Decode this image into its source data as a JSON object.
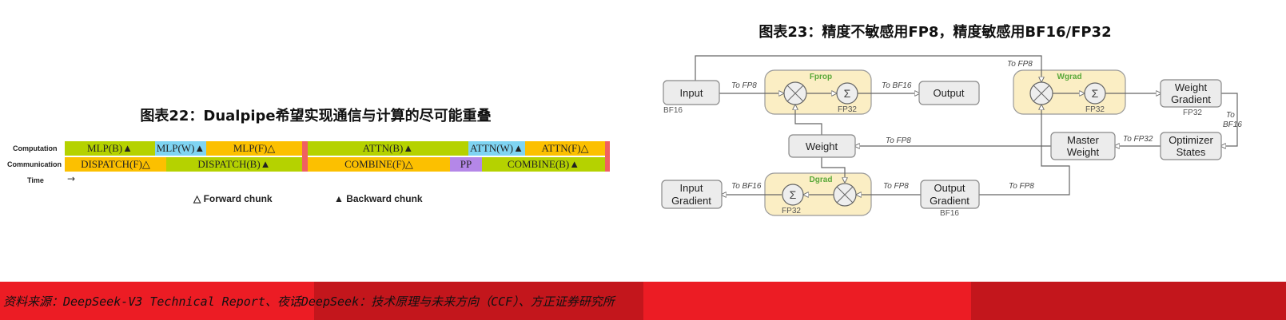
{
  "left_figure": {
    "title": "图表22：Dualpipe希望实现通信与计算的尽可能重叠",
    "row_labels": {
      "computation": "Computation",
      "communication": "Communication",
      "time": "Time"
    },
    "time_arrow": "→",
    "computation": [
      "MLP(B)▲",
      "MLP(W)▲",
      "MLP(F)△",
      "ATTN(B)▲",
      "ATTN(W)▲",
      "ATTN(F)△"
    ],
    "communication": [
      "DISPATCH(F)△",
      "DISPATCH(B)▲",
      "COMBINE(F)△",
      "PP",
      "COMBINE(B)▲"
    ],
    "legend": {
      "forward": "△ Forward chunk",
      "backward": "▲ Backward chunk"
    },
    "colors": {
      "backward": "#b5d200",
      "weight": "#7fd4f2",
      "forward": "#fcc000",
      "pp": "#b487e8",
      "sync": "#f06060"
    }
  },
  "right_figure": {
    "title": "图表23：精度不敏感用FP8，精度敏感用BF16/FP32",
    "boxes": {
      "input": "Input",
      "output": "Output",
      "weight_gradient_1": "Weight",
      "weight_gradient_2": "Gradient",
      "weight": "Weight",
      "master_weight_1": "Master",
      "master_weight_2": "Weight",
      "optimizer_1": "Optimizer",
      "optimizer_2": "States",
      "input_gradient_1": "Input",
      "input_gradient_2": "Gradient",
      "output_gradient_1": "Output",
      "output_gradient_2": "Gradient"
    },
    "groups": {
      "fprop": "Fprop",
      "wgrad": "Wgrad",
      "dgrad": "Dgrad"
    },
    "precisions": {
      "input": "BF16",
      "fprop_sum": "FP32",
      "wgrad_sum": "FP32",
      "weight_gradient": "FP32",
      "dgrad_sum": "FP32",
      "output_gradient": "BF16"
    },
    "annotations": {
      "input_to_fprop": "To FP8",
      "fprop_to_output": "To BF16",
      "top_to_wgrad": "To FP8",
      "wg_to_opt_1": "To",
      "wg_to_opt_2": "BF16",
      "opt_to_master": "To FP32",
      "master_to_weight": "To FP8",
      "dgrad_to_input_grad": "To BF16",
      "out_grad_to_dgrad": "To FP8",
      "out_grad_to_wgrad": "To FP8"
    },
    "symbols": {
      "multiply": "⊗",
      "sum": "Σ"
    }
  },
  "footer": {
    "source": "资料来源：DeepSeek-V3 Technical Report、夜话DeepSeek：技术原理与未来方向（CCF）、方正证券研究所",
    "colors": [
      "#ec1c24",
      "#c3161c"
    ]
  }
}
